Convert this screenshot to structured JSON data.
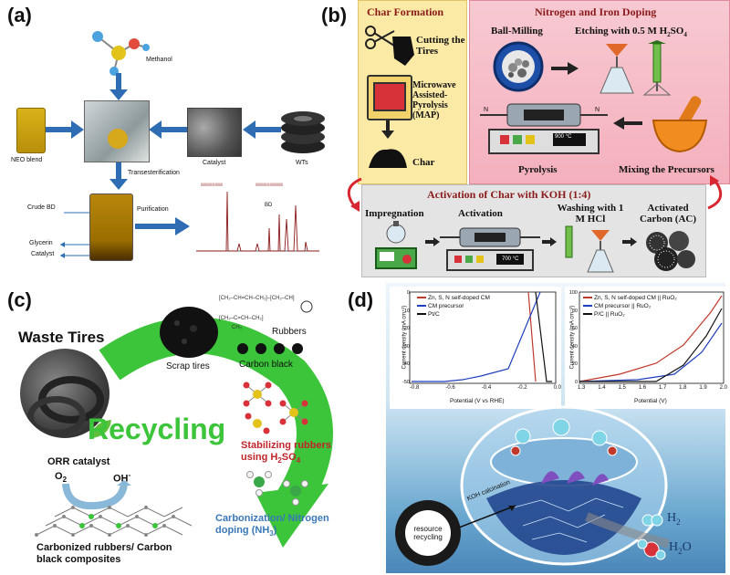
{
  "panel_a": {
    "label": "(a)",
    "methanol": "Methanol",
    "neo_blend": "NEO blend",
    "catalyst_top": "Catalyst",
    "wts": "WTs",
    "transesterification": "Transesterification",
    "crude_bd": "Crude BD",
    "purification": "Purification",
    "glycerin": "Glycerin",
    "catalyst_bottom": "Catalyst",
    "bd": "BD"
  },
  "panel_b": {
    "label": "(b)",
    "char_formation": "Char Formation",
    "nitrogen_iron_doping": "Nitrogen and Iron Doping",
    "cutting_tires": "Cutting the Tires",
    "map": "Microwave Assisted-Pyrolysis (MAP)",
    "char": "Char",
    "ball_milling": "Ball-Milling",
    "etching": "Etching with 0.5 M H",
    "etching_sub": "2",
    "etching_tail": "SO",
    "etching_sub2": "4",
    "pyrolysis": "Pyrolysis",
    "mixing": "Mixing the Precursors",
    "temp_900": "900 °C",
    "activation_title": "Activation of Char with KOH (1:4)",
    "impregnation": "Impregnation",
    "activation": "Activation",
    "washing": "Washing with 1 M HCl",
    "activated_carbon": "Activated Carbon (AC)",
    "temp_700": "700 °C",
    "n2": "N"
  },
  "panel_c": {
    "label": "(c)",
    "waste_tires": "Waste Tires",
    "scrap_tires": "Scrap tires",
    "rubbers": "Rubbers",
    "carbon_black": "Carbon black",
    "recycling": "Recycling",
    "stabilizing": "Stabilizing rubbers using H",
    "stabilizing_sub": "2",
    "stabilizing_tail": "SO",
    "stabilizing_sub2": "4",
    "orr_catalyst": "ORR catalyst",
    "o2": "O",
    "o2_sub": "2",
    "oh": "OH",
    "oh_sup": "-",
    "carbonization": "Carbonization/ Nitrogen doping (NH",
    "carbonization_sub": "3",
    "carbonization_tail": ")",
    "composites": "Carbonized rubbers/ Carbon black composites"
  },
  "panel_d": {
    "label": "(d)",
    "left_plot": {
      "ylabel": "Current density (mA cm⁻²)",
      "xlabel": "Potential (V vs RHE)",
      "xticks": [
        "-0.8",
        "-0.6",
        "-0.4",
        "-0.2",
        "0.0"
      ],
      "yticks": [
        "0",
        "-10",
        "-20",
        "-30",
        "-40",
        "-50"
      ],
      "legend": [
        "Zn, S, N self-doped CM",
        "CM precursor",
        "Pt/C"
      ],
      "colors": [
        "#c0392b",
        "#1f3fbf",
        "#111111"
      ]
    },
    "right_plot": {
      "ylabel": "Current density (mA cm⁻²)",
      "xlabel": "Potential (V)",
      "xticks": [
        "1.3",
        "1.4",
        "1.5",
        "1.6",
        "1.7",
        "1.8",
        "1.9",
        "2.0"
      ],
      "yticks": [
        "0",
        "20",
        "40",
        "60",
        "80",
        "100"
      ],
      "legend": [
        "Zn, S, N self-doped CM || RuO₂",
        "CM precursor || RuO₂",
        "P/C || RuO₂"
      ],
      "colors": [
        "#c0392b",
        "#1f3fbf",
        "#111111"
      ]
    },
    "koh_calcination": "KOH calcination",
    "resource_recycling": "resource recycling",
    "h2": "H",
    "h2_sub": "2",
    "h2o": "H",
    "h2o_sub": "2",
    "h2o_tail": "O"
  }
}
